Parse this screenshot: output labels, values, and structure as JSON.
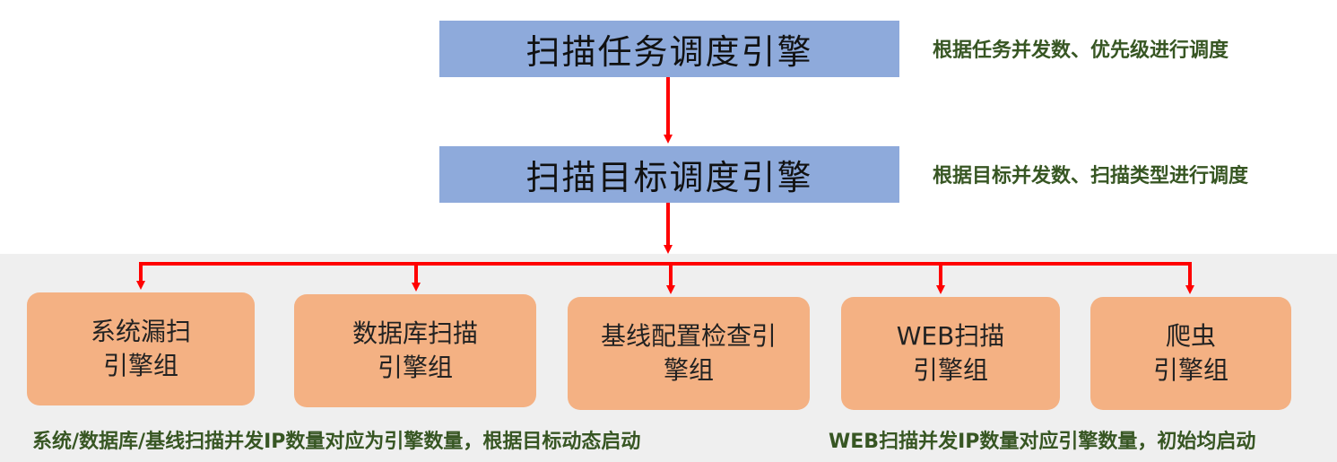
{
  "engines": {
    "task": "扫描任务调度引擎",
    "target": "扫描目标调度引擎"
  },
  "notes": {
    "task": "根据任务并发数、优先级进行调度",
    "target": "根据目标并发数、扫描类型进行调度"
  },
  "groups": [
    {
      "line1": "系统漏扫",
      "line2": "引擎组"
    },
    {
      "line1": "数据库扫描",
      "line2": "引擎组"
    },
    {
      "line1": "基线配置检查引",
      "line2": "擎组"
    },
    {
      "line1": "WEB扫描",
      "line2": "引擎组"
    },
    {
      "line1": "爬虫",
      "line2": "引擎组"
    }
  ],
  "footnotes": {
    "left": "系统/数据库/基线扫描并发IP数量对应为引擎数量，根据目标动态启动",
    "right": "WEB扫描并发IP数量对应引擎数量，初始均启动"
  },
  "colors": {
    "engine_fill": "#8eaadb",
    "group_fill": "#f4b183",
    "arrow": "#ff0000",
    "note_text": "#375623",
    "band": "#efefef"
  }
}
